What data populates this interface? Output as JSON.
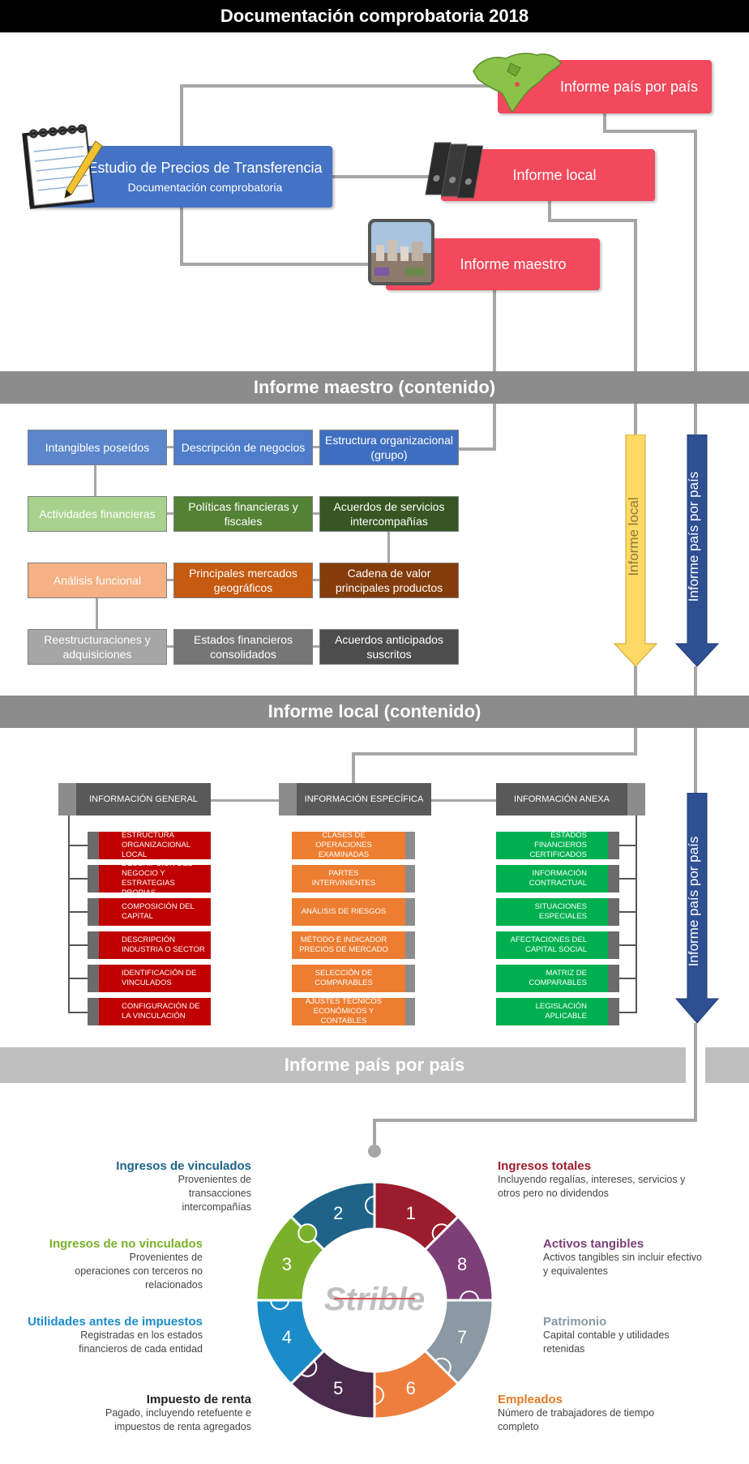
{
  "title": "Documentación comprobatoria 2018",
  "top": {
    "study_title": "Estudio de Precios de Transferencia",
    "study_sub": "Documentación comprobatoria",
    "report_cbc": "Informe país por país",
    "report_local": "Informe local",
    "report_master": "Informe maestro"
  },
  "sections": {
    "master": "Informe maestro (contenido)",
    "local": "Informe local (contenido)",
    "cbc": "Informe país por país"
  },
  "arrows": {
    "local": "Informe local",
    "cbc1": "Informe país por país",
    "cbc2": "Informe país por país"
  },
  "master_items": [
    {
      "label": "Intangibles poseídos",
      "color": "#5b86cc"
    },
    {
      "label": "Descripción de negocios",
      "color": "#4f7dc9"
    },
    {
      "label": "Estructura organizacional (grupo)",
      "color": "#3f6fc1"
    },
    {
      "label": "Actividades financieras",
      "color": "#a9d18e"
    },
    {
      "label": "Políticas financieras y fiscales",
      "color": "#548235"
    },
    {
      "label": "Acuerdos de servicios intercompañías",
      "color": "#375623"
    },
    {
      "label": "Análisis funcional",
      "color": "#f4b183"
    },
    {
      "label": "Principales mercados geográficos",
      "color": "#c55a11"
    },
    {
      "label": "Cadena de valor principales productos",
      "color": "#843c0c"
    },
    {
      "label": "Reestructuraciones y adquisiciones",
      "color": "#a6a6a6"
    },
    {
      "label": "Estados financieros consolidados",
      "color": "#767676"
    },
    {
      "label": "Acuerdos anticipados suscritos",
      "color": "#4d4d4d"
    }
  ],
  "local_cols": [
    {
      "header": "INFORMACIÓN GENERAL",
      "items": [
        "ESTRUCTURA ORGANIZACIONAL LOCAL",
        "DESCRIPCIÓN DEL NEGOCIO Y ESTRATEGIAS PROPIAS",
        "COMPOSICIÓN DEL CAPITAL",
        "DESCRIPCIÓN INDUSTRIA O SECTOR",
        "IDENTIFICACIÓN DE VINCULADOS",
        "CONFIGURACIÓN DE LA VINCULACIÓN"
      ]
    },
    {
      "header": "INFORMACIÓN ESPECÍFICA",
      "items": [
        "CLASES DE OPERACIONES EXAMINADAS",
        "PARTES INTERVINIENTES",
        "ANÁLISIS DE RIESGOS",
        "MÉTODO E INDICADOR PRECIOS DE MERCADO",
        "SELECCIÓN DE COMPARABLES",
        "AJUSTES TÉCNICOS ECONÓMICOS Y CONTABLES"
      ]
    },
    {
      "header": "INFORMACIÓN ANEXA",
      "items": [
        "ESTADOS FINANCIEROS CERTIFICADOS",
        "INFORMACIÓN CONTRACTUAL",
        "SITUACIONES ESPECIALES",
        "AFECTACIONES DEL CAPITAL SOCIAL",
        "MATRIZ DE COMPARABLES",
        "LEGISLACIÓN APLICABLE"
      ]
    }
  ],
  "wheel": {
    "logo": "Strible",
    "colors": {
      "1": "#9b1c2c",
      "2": "#1f6488",
      "3": "#7ab02a",
      "4": "#1b8cc7",
      "5": "#4a2a4d",
      "6": "#ee7e3e",
      "7": "#8a99a4",
      "8": "#7c3f78"
    },
    "categories": [
      {
        "num": "1",
        "title": "Ingresos totales",
        "desc": "Incluyendo regalías, intereses, servicios y otros pero no dividendos",
        "color": "#9b1c2c"
      },
      {
        "num": "2",
        "title": "Ingresos de vinculados",
        "desc": "Provenientes de transacciones intercompañías",
        "color": "#1f6488"
      },
      {
        "num": "3",
        "title": "Ingresos de no vinculados",
        "desc": "Provenientes de operaciones con terceros no relacionados",
        "color": "#7ab02a"
      },
      {
        "num": "4",
        "title": "Utilidades antes de impuestos",
        "desc": "Registradas en los estados financieros de cada entidad",
        "color": "#1b8cc7"
      },
      {
        "num": "5",
        "title": "Impuesto de renta",
        "desc": "Pagado, incluyendo retefuente e impuestos de renta agregados",
        "color": "#222222"
      },
      {
        "num": "6",
        "title": "Empleados",
        "desc": "Número de trabajadores de tiempo completo",
        "color": "#e07b27"
      },
      {
        "num": "7",
        "title": "Patrimonio",
        "desc": "Capital contable y utilidades retenidas",
        "color": "#8a99a4"
      },
      {
        "num": "8",
        "title": "Activos tangibles",
        "desc": "Activos tangibles sin incluir efectivo y equivalentes",
        "color": "#7c3f78"
      }
    ]
  }
}
